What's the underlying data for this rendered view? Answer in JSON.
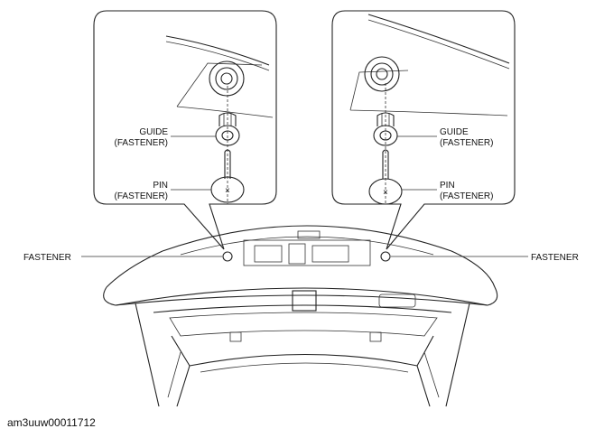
{
  "labels": {
    "guide_left": [
      "GUIDE",
      "(FASTENER)"
    ],
    "pin_left": [
      "PIN",
      "(FASTENER)"
    ],
    "guide_right": [
      "GUIDE",
      "(FASTENER)"
    ],
    "pin_right": [
      "PIN",
      "(FASTENER)"
    ],
    "fastener_left": "FASTENER",
    "fastener_right": "FASTENER"
  },
  "caption": "am3uuw00011712"
}
